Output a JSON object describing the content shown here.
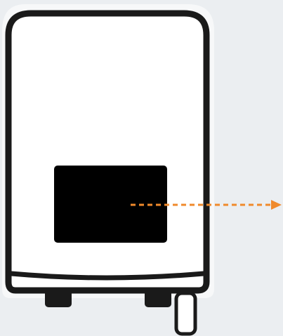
{
  "diagram": {
    "type": "device-illustration",
    "elements": [
      "device-body",
      "display-panel",
      "callout-arrow",
      "mounting-feet",
      "side-connector"
    ]
  },
  "colors": {
    "background": "#ebeef1",
    "body_fill": "#ffffff",
    "body_outline": "#1a1a1a",
    "display": "#000000",
    "arrow": "#f08a2c"
  },
  "icons": {
    "arrow_head": "arrow-right-icon"
  }
}
